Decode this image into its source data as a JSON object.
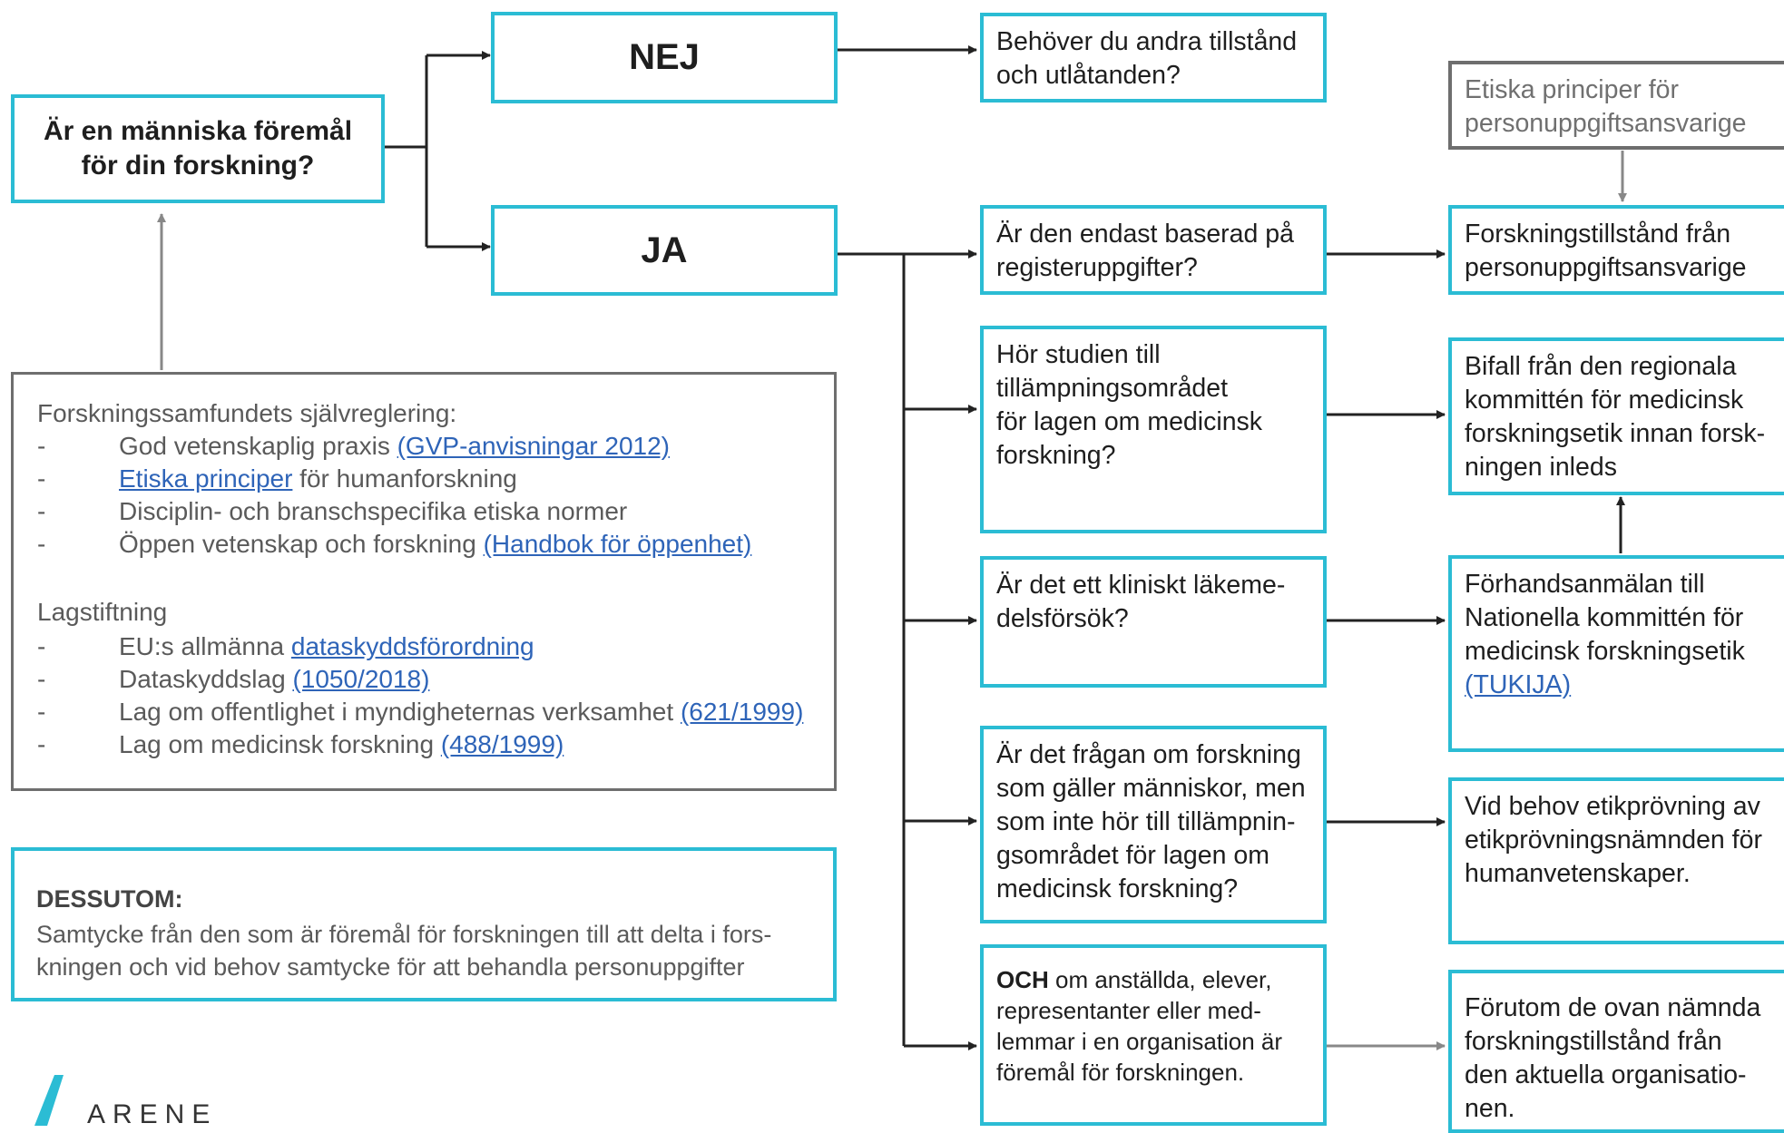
{
  "question": "Är en människa föremål\nför din forskning?",
  "nej": "NEJ",
  "ja": "JA",
  "nej_box": "Behöver du andra tillstånd\noch utlåtanden?",
  "q1": "Är den endast baserad på\nregisteruppgifter?",
  "q2": "Hör studien till\ntillämpningsområdet\nför lagen om medicinsk\nforskning?",
  "q3": "Är det ett kliniskt läkeme-\ndelsförsök?",
  "q4": "Är det frågan om forskning\nsom gäller människor, men\nsom inte hör till tillämpnin-\ngsområdet för lagen om\nmedicinsk forskning?",
  "q5_bold": "OCH",
  "q5_rest": " om anställda, elever,\nrepresentanter eller med-\nlemmar i en organisation är\nföremål för forskningen.",
  "r0": "Etiska principer för\npersonuppgiftsansvarige",
  "r1": "Forskningstillstånd från\npersonuppgiftsansvarige",
  "r2": "Bifall från den regionala\nkommittén för medicinsk\nforskningsetik innan forsk-\nningen inleds",
  "r3_text": "Förhandsanmälan till\nNationella kommittén för\nmedicinsk forskningsetik\n",
  "r3_link": "(TUKIJA)",
  "r4": "Vid behov etikprövning av\netikprövningsnämnden för\nhumanvetenskaper.",
  "r5": "Förutom de ovan nämnda\nforskningstillstånd från\nden aktuella organisatio-\nnen.",
  "self": {
    "heading": "Forskningssamfundets självreglering:",
    "dash": "-",
    "i1_text": "God vetenskaplig praxis ",
    "i1_link": "(GVP-anvisningar 2012)",
    "i2_link": "Etiska principer",
    "i2_text": " för humanforskning",
    "i3_text": "Disciplin- och branschspecifika etiska normer",
    "i4_text": "Öppen vetenskap och forskning ",
    "i4_link": "(Handbok för öppenhet)",
    "law_heading": "Lagstiftning",
    "l1_text": "EU:s allmänna ",
    "l1_link": "dataskyddsförordning",
    "l2_text": "Dataskyddslag ",
    "l2_link": "(1050/2018)",
    "l3_text": "Lag om offentlighet i myndigheternas verksamhet ",
    "l3_link": "(621/1999)",
    "l4_text": "Lag om medicinsk forskning ",
    "l4_link": "(488/1999)"
  },
  "dessutom": {
    "title": "DESSUTOM:",
    "text": "Samtycke från den som är föremål för forskningen till att delta i fors-\nkningen och vid behov samtycke för att behandla personuppgifter"
  },
  "logo": "ARENE",
  "colors": {
    "accent": "#2bbcd4",
    "gray_border": "#6e6e6e",
    "link": "#2e64b8"
  }
}
